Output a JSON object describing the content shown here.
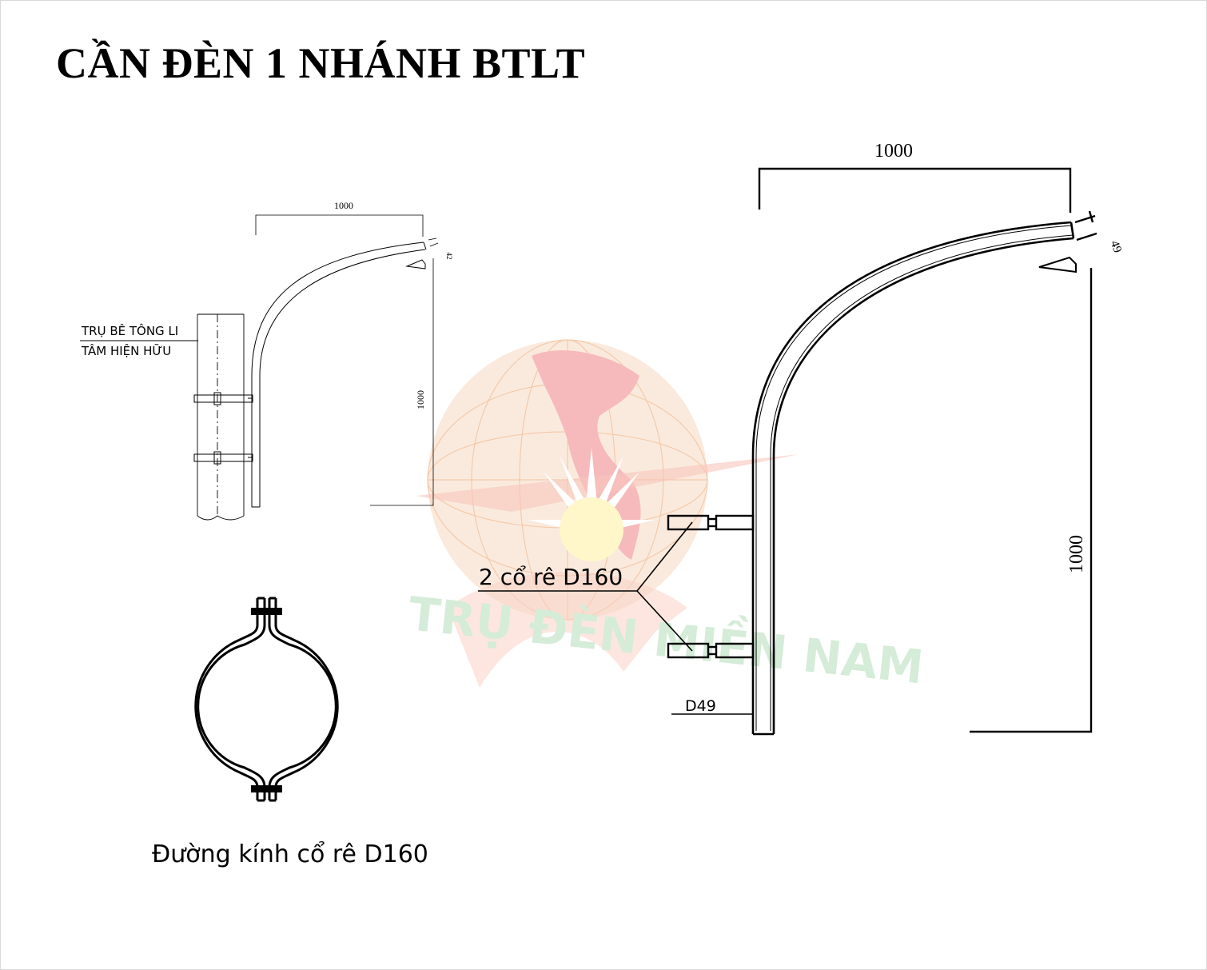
{
  "title": "CẦN ĐÈN 1 NHÁNH BTLT",
  "small_view": {
    "dim_horizontal": "1000",
    "dim_vertical": "1000",
    "dim_angle": "42",
    "pole_label_line1": "TRỤ BÊ TÔNG LI",
    "pole_label_line2": "TÂM HIỆN HỮU"
  },
  "large_view": {
    "dim_horizontal": "1000",
    "dim_vertical": "1000",
    "dim_angle": "49",
    "clamp_label": "2 cổ rê D160",
    "pipe_label": "D49"
  },
  "clamp_caption": "Đường kính cổ rê D160",
  "watermark": {
    "text": "TRỤ ĐÈN MIỀN NAM",
    "colors": {
      "globe": "#f7dcc4",
      "map": "#f3a9a9",
      "sun": "#fff3b0",
      "text": "#c8e6cc"
    }
  }
}
